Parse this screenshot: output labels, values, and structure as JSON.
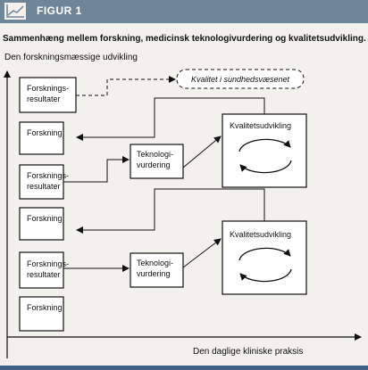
{
  "header": {
    "figure_label": "FIGUR 1",
    "icon": "line-chart-icon"
  },
  "subtitle": "Sammenhæng mellem forskning, medicinsk teknologivurdering og kvalitetsudvikling.",
  "axes": {
    "y_label": "Den forskningsmæssige udvikling",
    "x_label": "Den daglige kliniske praksis"
  },
  "left_column": [
    {
      "lines": [
        "Forsknings-",
        "resultater"
      ]
    },
    {
      "lines": [
        "Forskning"
      ]
    },
    {
      "lines": [
        "Forsknings-",
        "resultater"
      ]
    },
    {
      "lines": [
        "Forskning"
      ]
    },
    {
      "lines": [
        "Forsknings-",
        "resultater"
      ]
    },
    {
      "lines": [
        "Forskning"
      ]
    }
  ],
  "tech_boxes": [
    {
      "lines": [
        "Teknologi-",
        "vurdering"
      ]
    },
    {
      "lines": [
        "Teknologi-",
        "vurdering"
      ]
    }
  ],
  "quality_boxes": [
    {
      "label": "Kvalitetsudvikling"
    },
    {
      "label": "Kvalitetsudvikling"
    }
  ],
  "goal_label": "Kvalitet i sundhedsvæsenet"
}
